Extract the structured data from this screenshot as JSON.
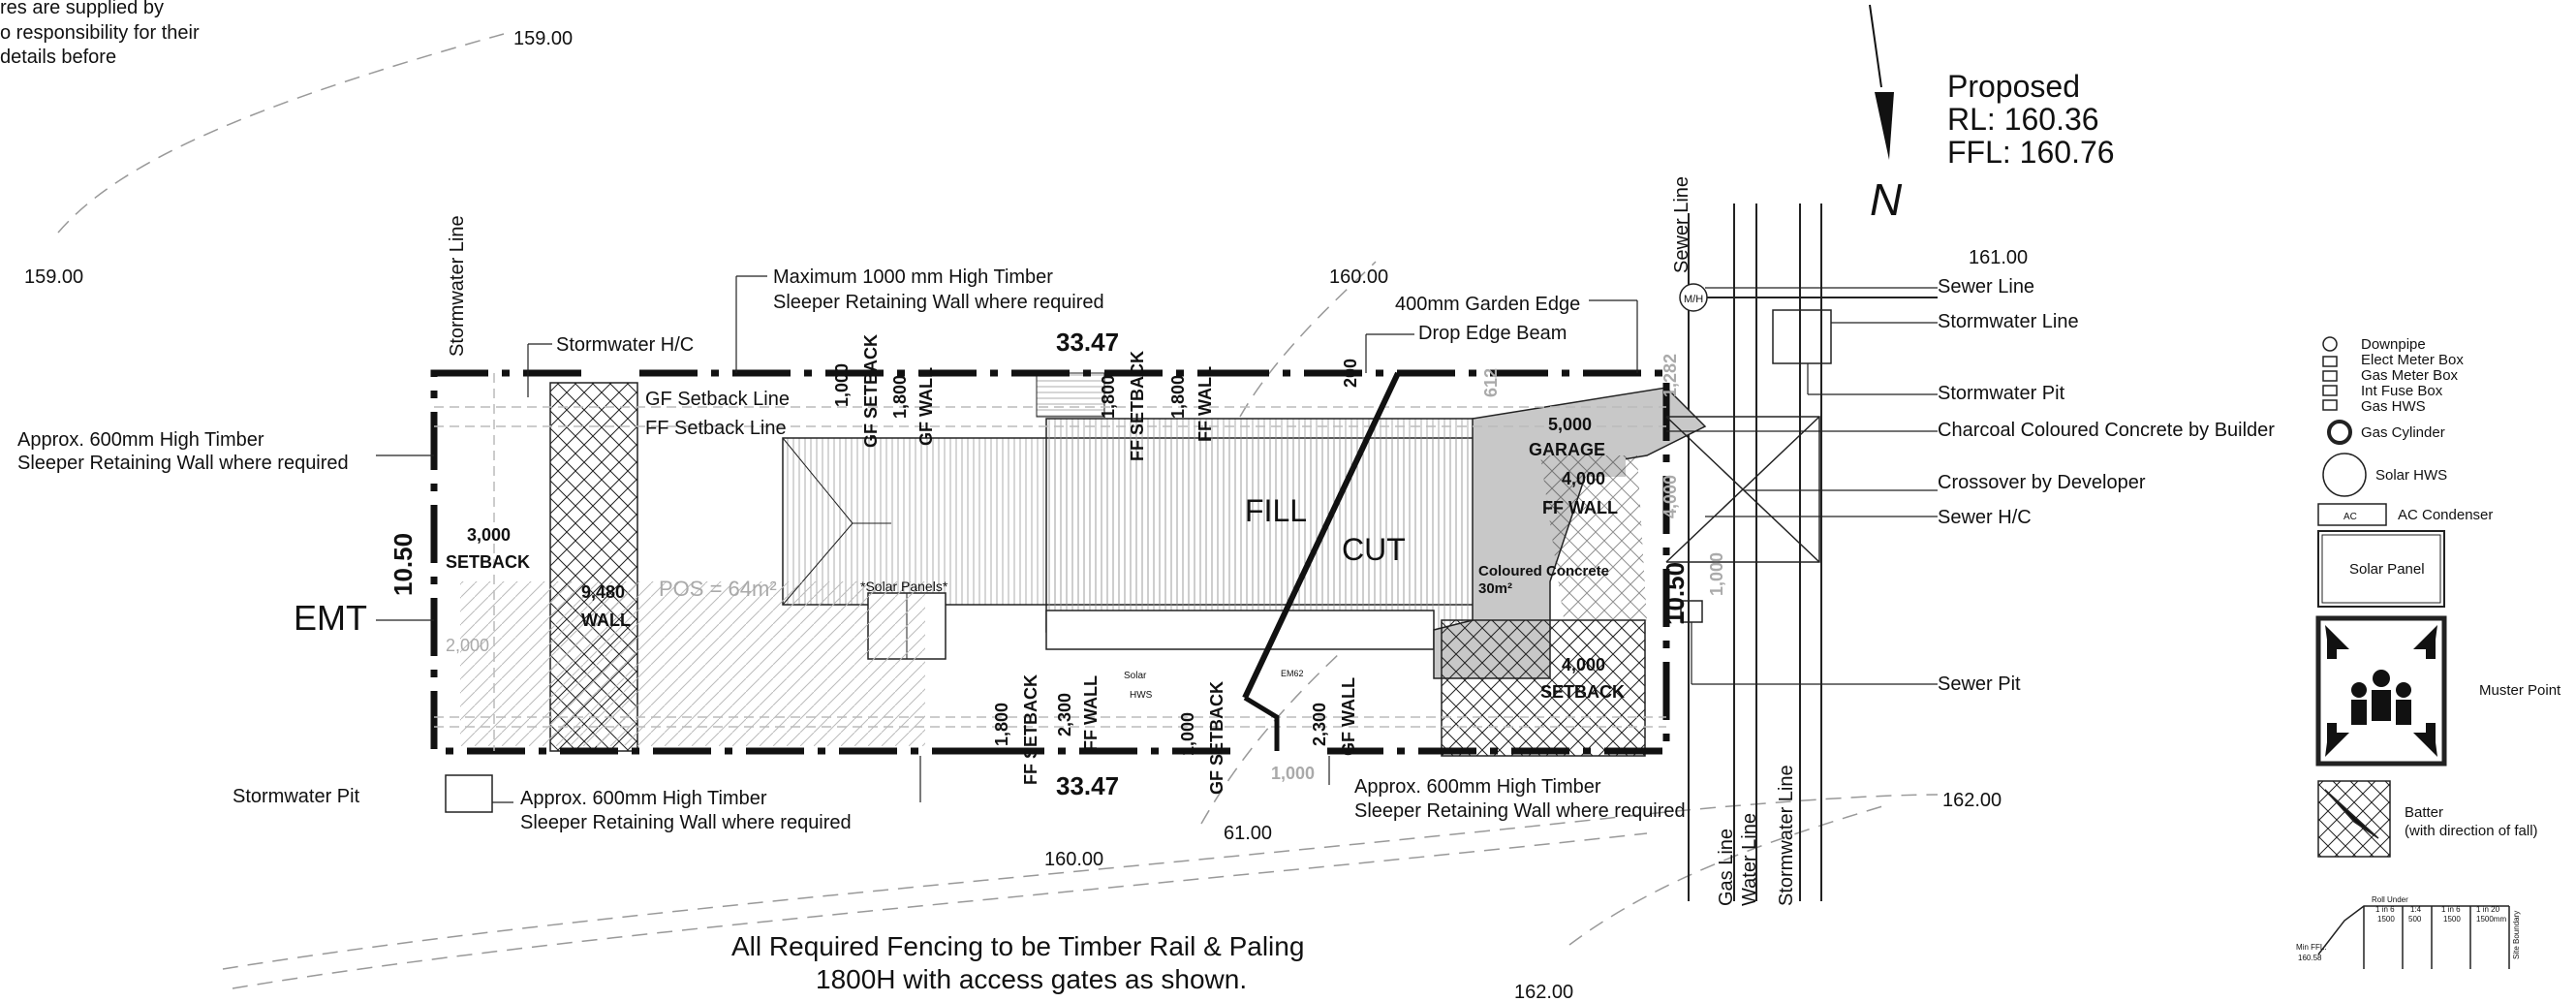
{
  "notes": {
    "top_left": [
      "res are supplied by",
      "o responsibility for their",
      "details before"
    ],
    "fencing": [
      "All Required Fencing to be Timber Rail & Paling",
      "1800H with access gates as shown."
    ]
  },
  "proposed": {
    "title": "Proposed",
    "rl": "RL:  160.36",
    "ffl": "FFL: 160.76"
  },
  "north_symbol": "N",
  "levels": {
    "l1": "159.00",
    "l2": "159.00",
    "l3": "160.00",
    "l4": "161.00",
    "l5": "162.00",
    "l6": "160.00",
    "l7": "61.00",
    "l8": "162.00"
  },
  "callouts": {
    "stormwater_line_left": "Stormwater Line",
    "stormwater_hc": "Stormwater H/C",
    "max_wall": [
      "Maximum 1000 mm High Timber",
      "Sleeper Retaining Wall where required"
    ],
    "garden_edge": "400mm Garden Edge",
    "drop_edge": "Drop Edge Beam",
    "approx_wall_left": [
      "Approx. 600mm High Timber",
      "Sleeper Retaining Wall where required"
    ],
    "approx_wall_bottom_left": [
      "Approx. 600mm  High Timber",
      "Sleeper Retaining Wall where required"
    ],
    "approx_wall_bottom_right": [
      "Approx. 600mm  High Timber",
      "Sleeper Retaining Wall where required"
    ],
    "stormwater_pit_left": "Stormwater Pit",
    "gf_setback_line": "GF Setback Line",
    "ff_setback_line": "FF Setback Line",
    "emt": "EMT",
    "sewer_line_vertical": "Sewer Line",
    "mh": "M/H",
    "sewer_line": "Sewer Line",
    "stormwater_line_right": "Stormwater Line",
    "stormwater_pit_right": "Stormwater Pit",
    "charcoal": "Charcoal Coloured Concrete by Builder",
    "crossover": "Crossover by Developer",
    "sewer_hc": "Sewer H/C",
    "sewer_pit": "Sewer Pit",
    "gas_line": "Gas Line",
    "water_line": "Water Line",
    "stormwater_line_bottom": "Stormwater Line"
  },
  "plan": {
    "dim_top": "33.47",
    "dim_bottom": "33.47",
    "dim_left": "10.50",
    "dim_right": "10.50",
    "fill": "FILL",
    "cut": "CUT",
    "pos": "POS = 64m²",
    "solar_panels": "*Solar Panels*",
    "garage": "GARAGE",
    "coloured_concrete": [
      "Coloured Concrete",
      "30m²"
    ],
    "solar_hws": [
      "Solar",
      "HWS"
    ],
    "d3000": "3,000",
    "setback": "SETBACK",
    "d9480": "9,480",
    "wall": "WALL",
    "d2000": "2,000",
    "d1000a": "1,000",
    "gf_setback_a": "GF SETBACK",
    "d1800a": "1,800",
    "gf_wall": "GF WALL",
    "d1800b": "1,800",
    "ff_setback_a": "FF SETBACK",
    "d1800c": "1,800",
    "ff_wall_a": "FF WALL",
    "d200": "200",
    "d612": "612",
    "d1282": "1,282",
    "d5000": "5,000",
    "d4000a": "4,000",
    "ff_wall_b": "FF WALL",
    "d4000v": "4,000",
    "d1000v": "1,000",
    "d4000b": "4,000",
    "setback_b": "SETBACK",
    "d1800d": "1,800",
    "ff_setback_b": "FF SETBACK",
    "d2300a": "2,300",
    "ff_wall_c": "FF WALL",
    "d1000b": "1,000",
    "gf_setback_b": "GF SETBACK",
    "d2300b": "2,300",
    "gf_wall_b": "GF WALL",
    "d1000c": "1,000",
    "small": "EM62"
  },
  "legend": {
    "downpipe": "Downpipe",
    "elect_meter": "Elect Meter Box",
    "gas_meter": "Gas Meter Box",
    "int_fuse": "Int Fuse Box",
    "gas_hws": "Gas HWS",
    "gas_cylinder": "Gas Cylinder",
    "solar_hws": "Solar HWS",
    "ac_box": "AC",
    "ac_condenser": "AC Condenser",
    "solar_panel": "Solar Panel",
    "muster_point": "Muster Point",
    "batter": [
      "Batter",
      "(with direction of fall)"
    ],
    "section": {
      "min_ffl": [
        "Min FFL:",
        "160.58"
      ],
      "c1": [
        "Roll Under",
        "1 in 6",
        "1500"
      ],
      "c2": [
        "1:4",
        "500"
      ],
      "c3": [
        "1 in 6",
        "1500"
      ],
      "c4": [
        "1 in 20",
        "1500mm"
      ],
      "side": "Site Boundary"
    }
  }
}
